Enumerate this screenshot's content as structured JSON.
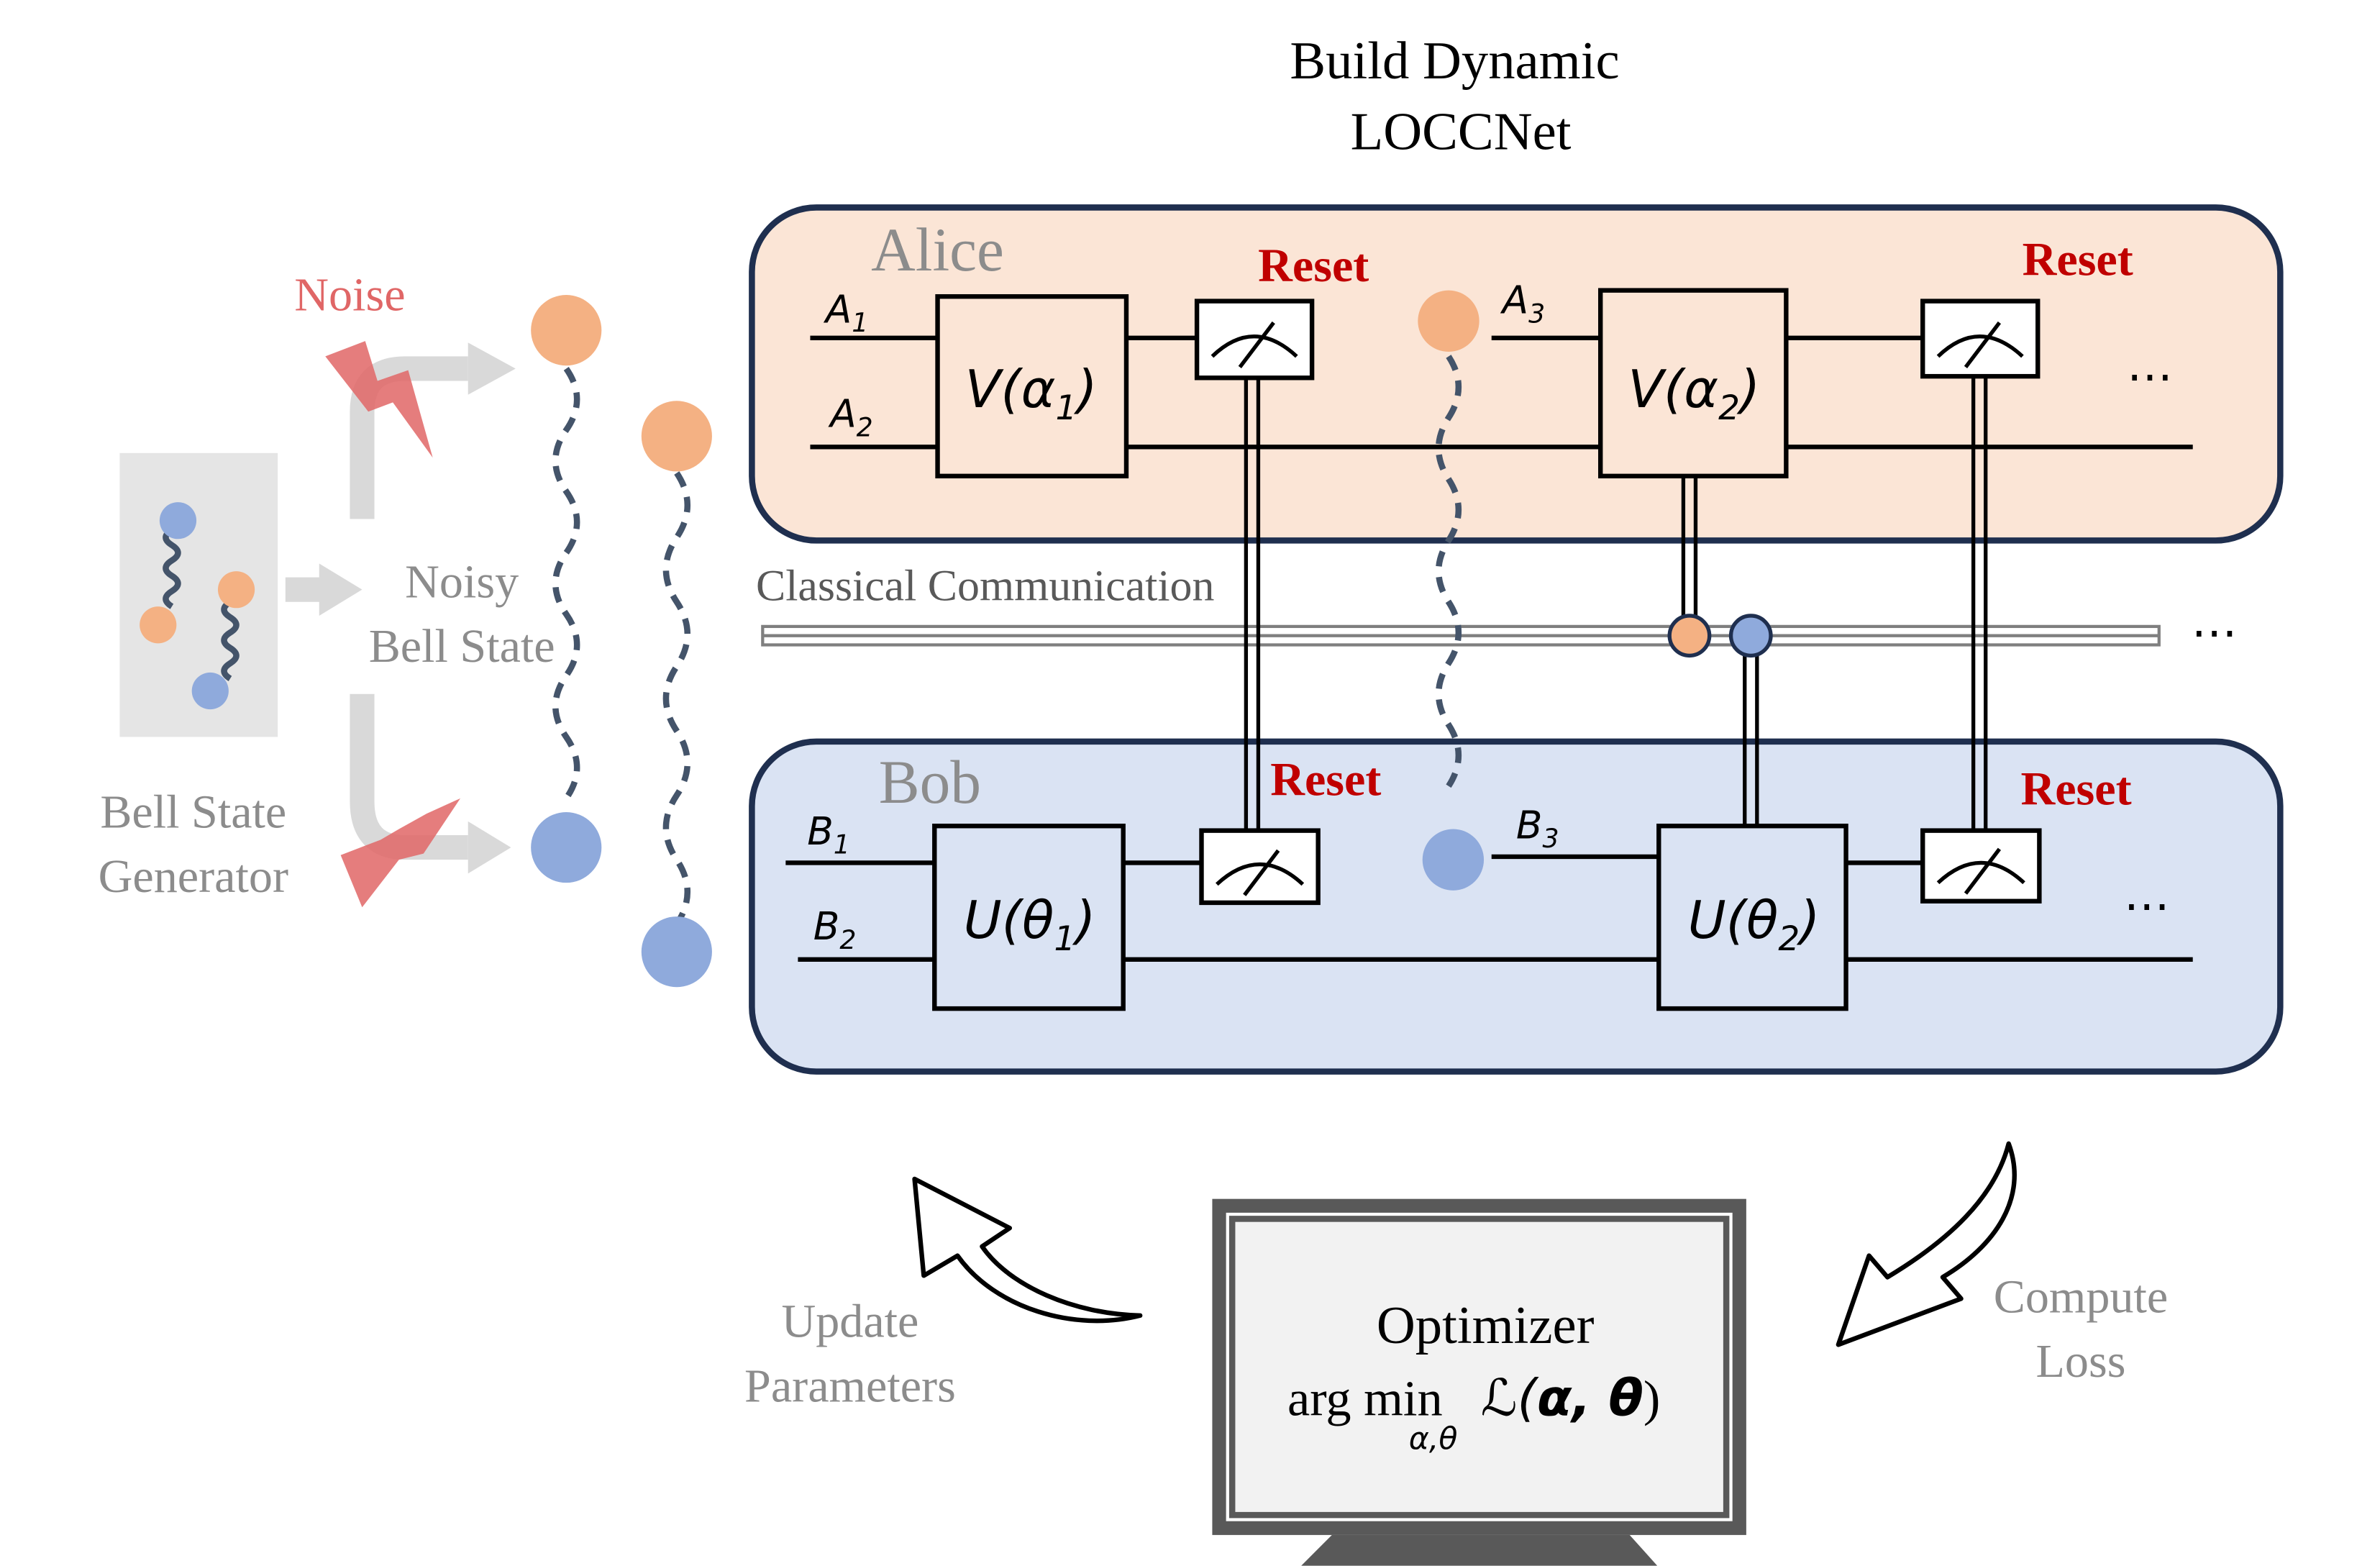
{
  "title": {
    "line1": "Build Dynamic",
    "line2": "LOCCNet"
  },
  "generator": {
    "label_line1": "Bell State",
    "label_line2": "Generator",
    "noise_label": "Noise",
    "noisy_line1": "Noisy",
    "noisy_line2": "Bell State"
  },
  "alice": {
    "name": "Alice",
    "wires": [
      {
        "base": "A",
        "sub": "1"
      },
      {
        "base": "A",
        "sub": "2"
      },
      {
        "base": "A",
        "sub": "3"
      }
    ],
    "gates": [
      {
        "base": "V(α",
        "sub": "1",
        "close": ")"
      },
      {
        "base": "V(α",
        "sub": "2",
        "close": ")"
      }
    ],
    "reset_label": "Reset",
    "ellipsis": "⋯"
  },
  "bob": {
    "name": "Bob",
    "wires": [
      {
        "base": "B",
        "sub": "1"
      },
      {
        "base": "B",
        "sub": "2"
      },
      {
        "base": "B",
        "sub": "3"
      }
    ],
    "gates": [
      {
        "base": "U(θ",
        "sub": "1",
        "close": ")"
      },
      {
        "base": "U(θ",
        "sub": "2",
        "close": ")"
      }
    ],
    "reset_label": "Reset",
    "ellipsis": "⋯"
  },
  "channel": {
    "label": "Classical Communication",
    "ellipsis": "⋯"
  },
  "loop": {
    "update_line1": "Update",
    "update_line2": "Parameters",
    "compute_line1": "Compute",
    "compute_line2": "Loss"
  },
  "optimizer": {
    "title": "Optimizer",
    "arg": "arg min",
    "under": "α,θ",
    "loss_l": "ℒ(",
    "loss_args": "α, θ",
    "loss_r": ")"
  },
  "colors": {
    "alice_fill": "#fbe5d6",
    "bob_fill": "#dae3f3",
    "panel_border": "#1f2f4f",
    "orange_qubit": "#f4b183",
    "blue_qubit": "#8faadc",
    "reset_red": "#c00000",
    "noise_red": "#e06666",
    "grey_text": "#8c8c8c",
    "monitor_frame": "#595959"
  }
}
